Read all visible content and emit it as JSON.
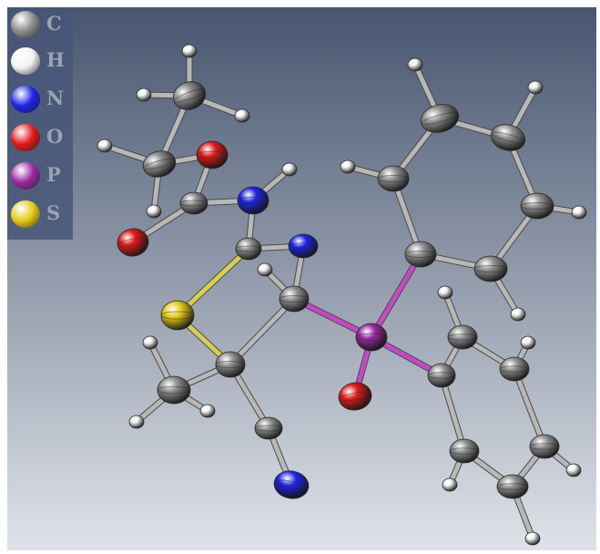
{
  "legend": {
    "items": [
      {
        "symbol": "C",
        "color": "#8e8e8e"
      },
      {
        "symbol": "H",
        "color": "#f2f2f2"
      },
      {
        "symbol": "N",
        "color": "#1e24e8"
      },
      {
        "symbol": "O",
        "color": "#e21a1a"
      },
      {
        "symbol": "P",
        "color": "#9a2aa0"
      },
      {
        "symbol": "S",
        "color": "#e8cc16"
      }
    ]
  },
  "structure": {
    "background_top": "#47556f",
    "background_bottom": "#dfe3e9",
    "bond_color": "#b8b8b8",
    "atoms": [
      {
        "id": "c_me_top",
        "el": "C"
      },
      {
        "id": "h_me1",
        "el": "H"
      },
      {
        "id": "h_me2",
        "el": "H"
      },
      {
        "id": "h_me3",
        "el": "H"
      },
      {
        "id": "c_ch2",
        "el": "C"
      },
      {
        "id": "h_ch2a",
        "el": "H"
      },
      {
        "id": "h_ch2b",
        "el": "H"
      },
      {
        "id": "o_ester",
        "el": "O"
      },
      {
        "id": "c_carbonyl",
        "el": "C"
      },
      {
        "id": "o_carbonyl",
        "el": "O"
      },
      {
        "id": "n_amide",
        "el": "N"
      },
      {
        "id": "h_amide",
        "el": "H"
      },
      {
        "id": "c_ring",
        "el": "C"
      },
      {
        "id": "n_ring",
        "el": "N"
      },
      {
        "id": "c_ring_h",
        "el": "C"
      },
      {
        "id": "h_ring",
        "el": "H"
      },
      {
        "id": "s_ring",
        "el": "S"
      },
      {
        "id": "c_quat",
        "el": "C"
      },
      {
        "id": "c_me_low",
        "el": "C"
      },
      {
        "id": "h_ml1",
        "el": "H"
      },
      {
        "id": "h_ml2",
        "el": "H"
      },
      {
        "id": "h_ml3",
        "el": "H"
      },
      {
        "id": "c_nitrile",
        "el": "C"
      },
      {
        "id": "n_nitrile",
        "el": "N"
      },
      {
        "id": "p",
        "el": "P"
      },
      {
        "id": "o_p",
        "el": "O"
      },
      {
        "id": "ph1_c1",
        "el": "C"
      },
      {
        "id": "ph1_c2",
        "el": "C"
      },
      {
        "id": "ph1_c3",
        "el": "C"
      },
      {
        "id": "ph1_c4",
        "el": "C"
      },
      {
        "id": "ph1_c5",
        "el": "C"
      },
      {
        "id": "ph1_c6",
        "el": "C"
      },
      {
        "id": "ph1_h2",
        "el": "H"
      },
      {
        "id": "ph1_h3",
        "el": "H"
      },
      {
        "id": "ph1_h4",
        "el": "H"
      },
      {
        "id": "ph1_h5",
        "el": "H"
      },
      {
        "id": "ph1_h6",
        "el": "H"
      },
      {
        "id": "ph2_c1",
        "el": "C"
      },
      {
        "id": "ph2_c2",
        "el": "C"
      },
      {
        "id": "ph2_c3",
        "el": "C"
      },
      {
        "id": "ph2_c4",
        "el": "C"
      },
      {
        "id": "ph2_c5",
        "el": "C"
      },
      {
        "id": "ph2_c6",
        "el": "C"
      },
      {
        "id": "ph2_h2",
        "el": "H"
      },
      {
        "id": "ph2_h3",
        "el": "H"
      },
      {
        "id": "ph2_h4",
        "el": "H"
      },
      {
        "id": "ph2_h5",
        "el": "H"
      },
      {
        "id": "ph2_h6",
        "el": "H"
      }
    ],
    "bonds": [
      [
        "c_me_top",
        "h_me1"
      ],
      [
        "c_me_top",
        "h_me2"
      ],
      [
        "c_me_top",
        "h_me3"
      ],
      [
        "c_me_top",
        "c_ch2"
      ],
      [
        "c_ch2",
        "h_ch2a"
      ],
      [
        "c_ch2",
        "h_ch2b"
      ],
      [
        "c_ch2",
        "o_ester"
      ],
      [
        "o_ester",
        "c_carbonyl"
      ],
      [
        "c_carbonyl",
        "o_carbonyl"
      ],
      [
        "c_carbonyl",
        "n_amide"
      ],
      [
        "n_amide",
        "h_amide"
      ],
      [
        "n_amide",
        "c_ring"
      ],
      [
        "c_ring",
        "n_ring"
      ],
      [
        "c_ring",
        "s_ring"
      ],
      [
        "n_ring",
        "c_ring_h"
      ],
      [
        "c_ring_h",
        "h_ring"
      ],
      [
        "c_ring_h",
        "c_quat"
      ],
      [
        "s_ring",
        "c_quat"
      ],
      [
        "c_quat",
        "c_me_low"
      ],
      [
        "c_quat",
        "c_nitrile"
      ],
      [
        "c_nitrile",
        "n_nitrile"
      ],
      [
        "c_me_low",
        "h_ml1"
      ],
      [
        "c_me_low",
        "h_ml2"
      ],
      [
        "c_me_low",
        "h_ml3"
      ],
      [
        "c_ring_h",
        "p"
      ],
      [
        "p",
        "o_p"
      ],
      [
        "p",
        "ph1_c1"
      ],
      [
        "p",
        "ph2_c1"
      ],
      [
        "ph1_c1",
        "ph1_c2"
      ],
      [
        "ph1_c2",
        "ph1_c3"
      ],
      [
        "ph1_c3",
        "ph1_c4"
      ],
      [
        "ph1_c4",
        "ph1_c5"
      ],
      [
        "ph1_c5",
        "ph1_c6"
      ],
      [
        "ph1_c6",
        "ph1_c1"
      ],
      [
        "ph1_c2",
        "ph1_h2"
      ],
      [
        "ph1_c3",
        "ph1_h3"
      ],
      [
        "ph1_c4",
        "ph1_h4"
      ],
      [
        "ph1_c5",
        "ph1_h5"
      ],
      [
        "ph1_c6",
        "ph1_h6"
      ],
      [
        "ph2_c1",
        "ph2_c2"
      ],
      [
        "ph2_c2",
        "ph2_c3"
      ],
      [
        "ph2_c3",
        "ph2_c4"
      ],
      [
        "ph2_c4",
        "ph2_c5"
      ],
      [
        "ph2_c5",
        "ph2_c6"
      ],
      [
        "ph2_c6",
        "ph2_c1"
      ],
      [
        "ph2_c2",
        "ph2_h2"
      ],
      [
        "ph2_c3",
        "ph2_h3"
      ],
      [
        "ph2_c4",
        "ph2_h4"
      ],
      [
        "ph2_c5",
        "ph2_h5"
      ],
      [
        "ph2_c6",
        "ph2_h6"
      ]
    ]
  }
}
